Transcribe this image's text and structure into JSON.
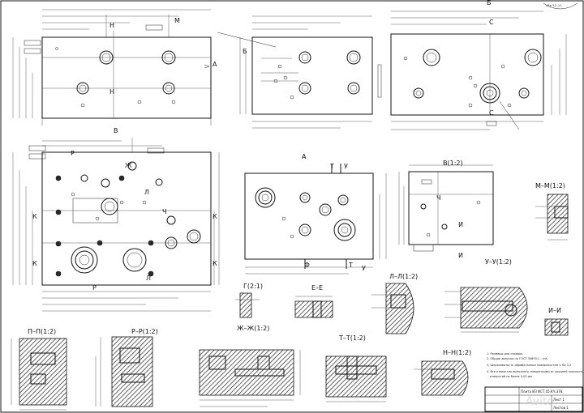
{
  "views": {
    "top_right_roughness": "√Ra 3.2 (√)",
    "view_b": "Б",
    "view_v": "В",
    "view_a": "А",
    "section_v12": "В(1:2)",
    "section_g21": "Г(2:1)",
    "section_ee": "Е–Е",
    "section_ll12": "Л–Л(1:2)",
    "section_mm12": "М–М(1:2)",
    "section_uu12": "У–У(1:2)",
    "section_ii": "И–И",
    "section_pp12": "П–П(1:2)",
    "section_rr12": "Р–Р(1:2)",
    "section_zhzh12": "Ж–Ж(1:2)",
    "section_tt12": "Т–Т(1:2)",
    "section_nn12": "Н–Н(1:2)"
  },
  "letters": {
    "H": "Н",
    "M": "М",
    "A": "А",
    "B": "Б",
    "C": "С",
    "P": "Р",
    "Zh": "Ж",
    "T": "Т",
    "U": "У",
    "F": "Ф",
    "I": "И",
    "K": "К",
    "Ch": "Ч",
    "L": "Л",
    "P2": "П"
  },
  "notes": {
    "line1": "1. Размеры для справок.",
    "line2": "2. Общие допуски по ГОСТ 30893.1 – mК",
    "line3": "3. Шероховатость обработанных поверхностей ≤ Ra 3,2",
    "line4": "4. Все отверстия выполнять смещенными от средней плоскости",
    "line5": "отверстий не более 0,05 мм"
  },
  "title_block": {
    "designation": "Плита ИЗ  ИСТ.45.КЧ.378",
    "sheet": "Лист 1",
    "sheets": "Листов 1"
  },
  "watermark": "Avito",
  "chart_data": null
}
